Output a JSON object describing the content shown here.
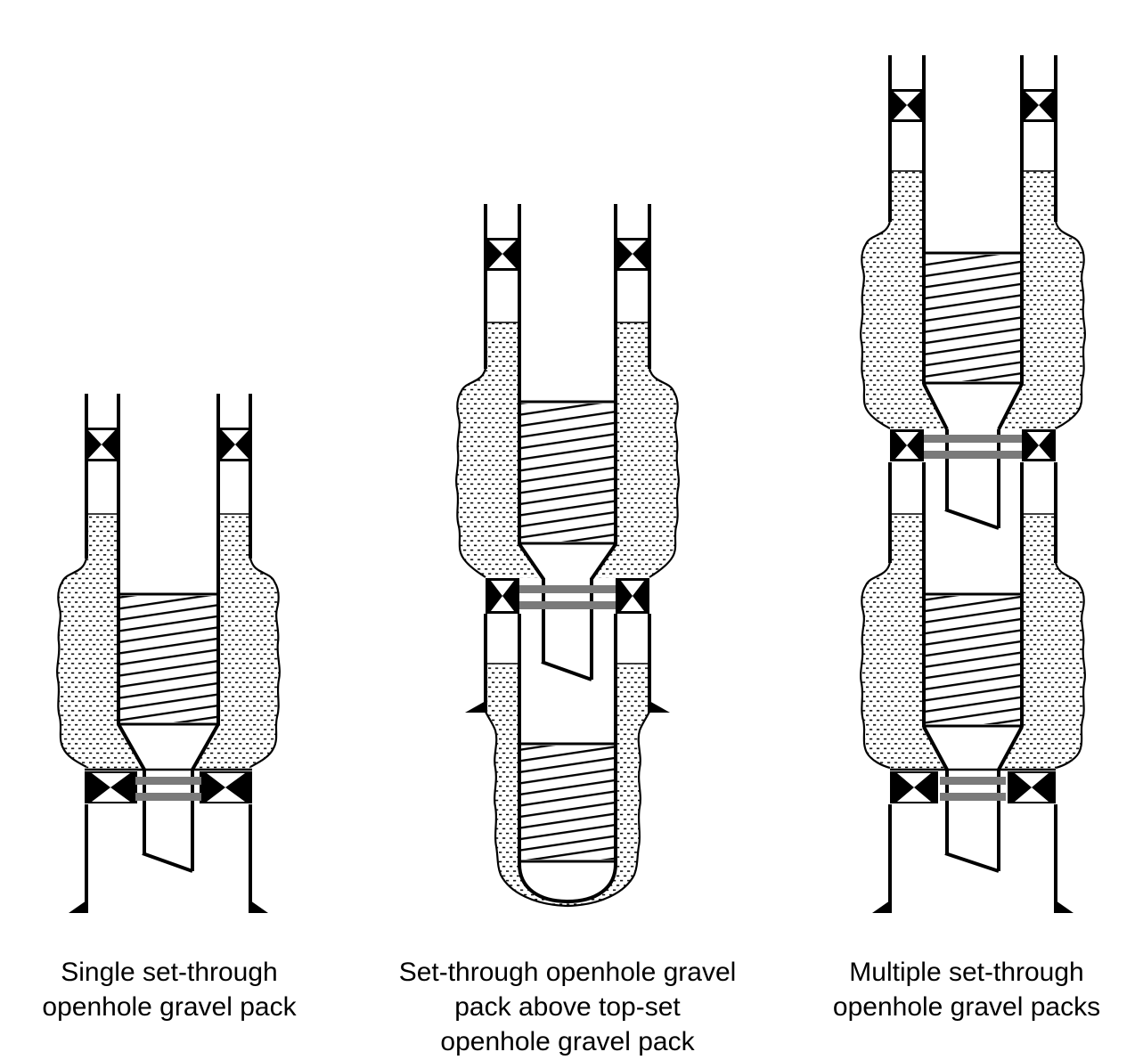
{
  "palette": {
    "ink": "#000000",
    "paper": "#ffffff",
    "seal_gray": "#7a7a7a"
  },
  "figure": {
    "type": "well-completion-schematics",
    "captions": [
      {
        "id": "single-set-through",
        "text": "Single set-through openhole gravel pack",
        "lines": [
          "Single set-through",
          "openhole gravel pack"
        ]
      },
      {
        "id": "set-through-above-top-set",
        "text": "Set-through openhole gravel pack above top-set openhole gravel pack",
        "lines": [
          "Set-through openhole gravel",
          "pack above top-set",
          "openhole gravel pack"
        ]
      },
      {
        "id": "multiple-set-through",
        "text": "Multiple set-through openhole gravel packs",
        "lines": [
          "Multiple set-through",
          "openhole gravel packs"
        ]
      }
    ]
  }
}
